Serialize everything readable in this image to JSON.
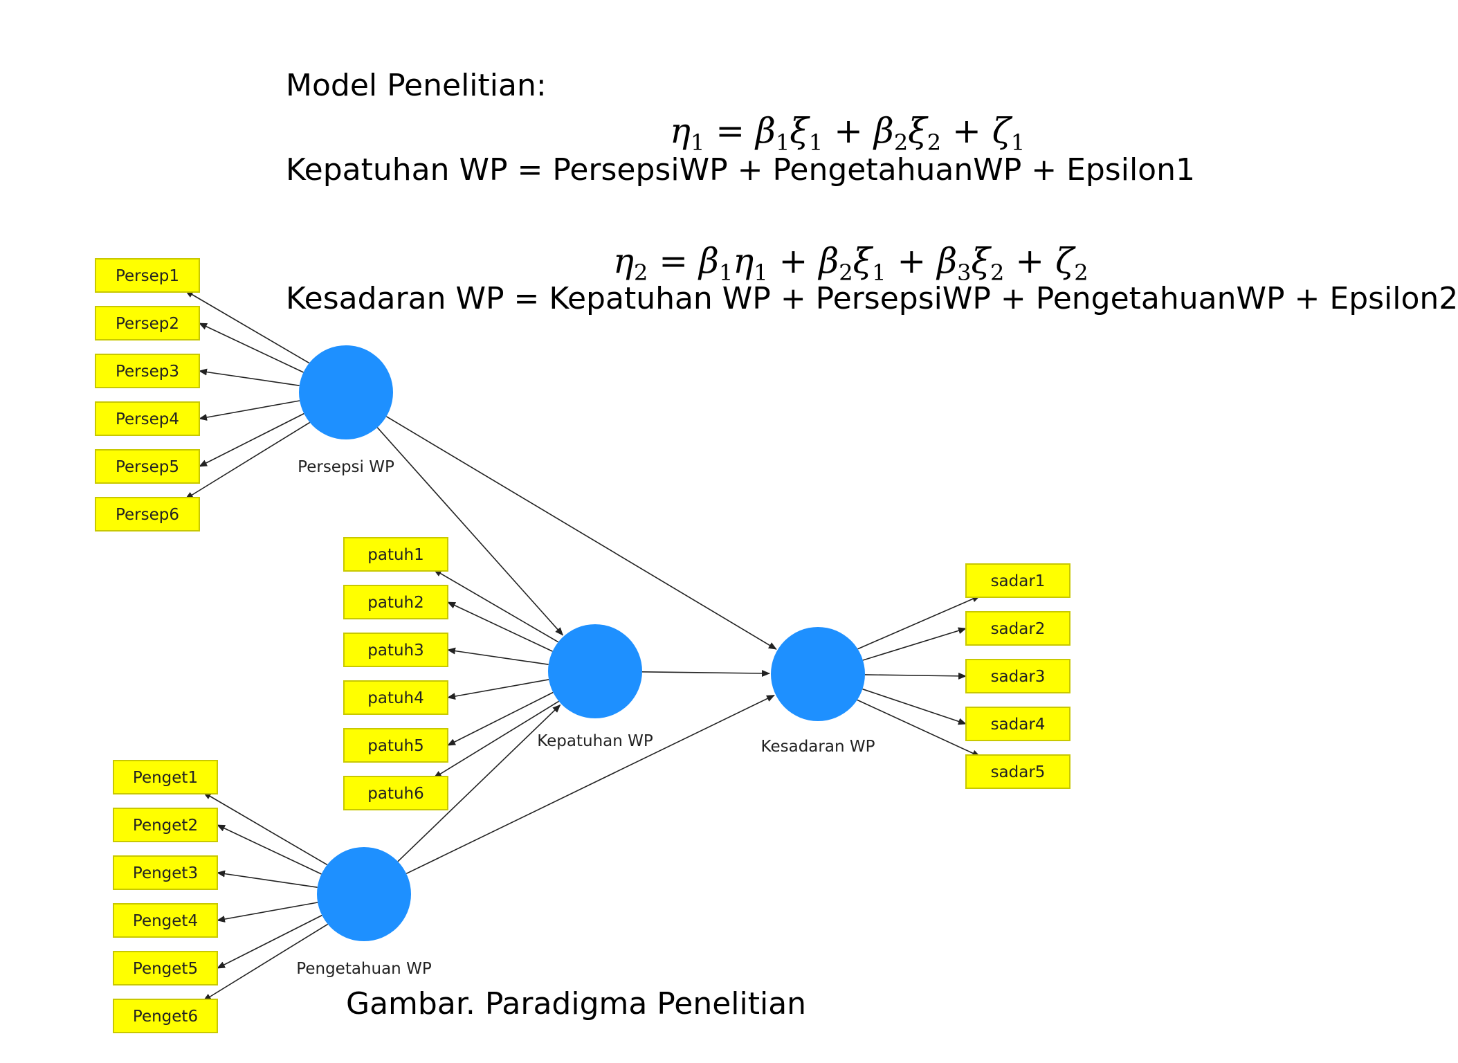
{
  "title": "Model Penelitian:",
  "equations": {
    "eq1": {
      "lhs_sym": "η",
      "lhs_sub": "1",
      "terms": [
        {
          "coef": "β",
          "coef_sub": "1",
          "var": "ξ",
          "var_sub": "1"
        },
        {
          "coef": "β",
          "coef_sub": "2",
          "var": "ξ",
          "var_sub": "2"
        }
      ],
      "err": "ζ",
      "err_sub": "1"
    },
    "eq2": {
      "lhs_sym": "η",
      "lhs_sub": "2",
      "terms": [
        {
          "coef": "β",
          "coef_sub": "1",
          "var": "η",
          "var_sub": "1"
        },
        {
          "coef": "β",
          "coef_sub": "2",
          "var": "ξ",
          "var_sub": "1"
        },
        {
          "coef": "β",
          "coef_sub": "3",
          "var": "ξ",
          "var_sub": "2"
        }
      ],
      "err": "ζ",
      "err_sub": "2"
    }
  },
  "formula1_text": "Kepatuhan WP = PersepsiWP + PengetahuanWP + Epsilon1",
  "formula2_text": "Kesadaran WP = Kepatuhan WP + PersepsiWP + PengetahuanWP + Epsilon2",
  "caption": "Gambar. Paradigma Penelitian",
  "colors": {
    "indicator_fill": "#ffff00",
    "indicator_border": "#c8c800",
    "latent_fill": "#1e90ff",
    "arrow": "#222222"
  },
  "latents": [
    {
      "id": "persepsi",
      "label": "Persepsi WP",
      "indicators": [
        "Persep1",
        "Persep2",
        "Persep3",
        "Persep4",
        "Persep5",
        "Persep6"
      ]
    },
    {
      "id": "pengetahuan",
      "label": "Pengetahuan WP",
      "indicators": [
        "Penget1",
        "Penget2",
        "Penget3",
        "Penget4",
        "Penget5",
        "Penget6"
      ]
    },
    {
      "id": "kepatuhan",
      "label": "Kepatuhan WP",
      "indicators": [
        "patuh1",
        "patuh2",
        "patuh3",
        "patuh4",
        "patuh5",
        "patuh6"
      ]
    },
    {
      "id": "kesadaran",
      "label": "Kesadaran WP",
      "indicators": [
        "sadar1",
        "sadar2",
        "sadar3",
        "sadar4",
        "sadar5"
      ]
    }
  ],
  "structural_paths": [
    {
      "from": "persepsi",
      "to": "kepatuhan"
    },
    {
      "from": "persepsi",
      "to": "kesadaran"
    },
    {
      "from": "pengetahuan",
      "to": "kepatuhan"
    },
    {
      "from": "pengetahuan",
      "to": "kesadaran"
    },
    {
      "from": "kepatuhan",
      "to": "kesadaran"
    }
  ]
}
